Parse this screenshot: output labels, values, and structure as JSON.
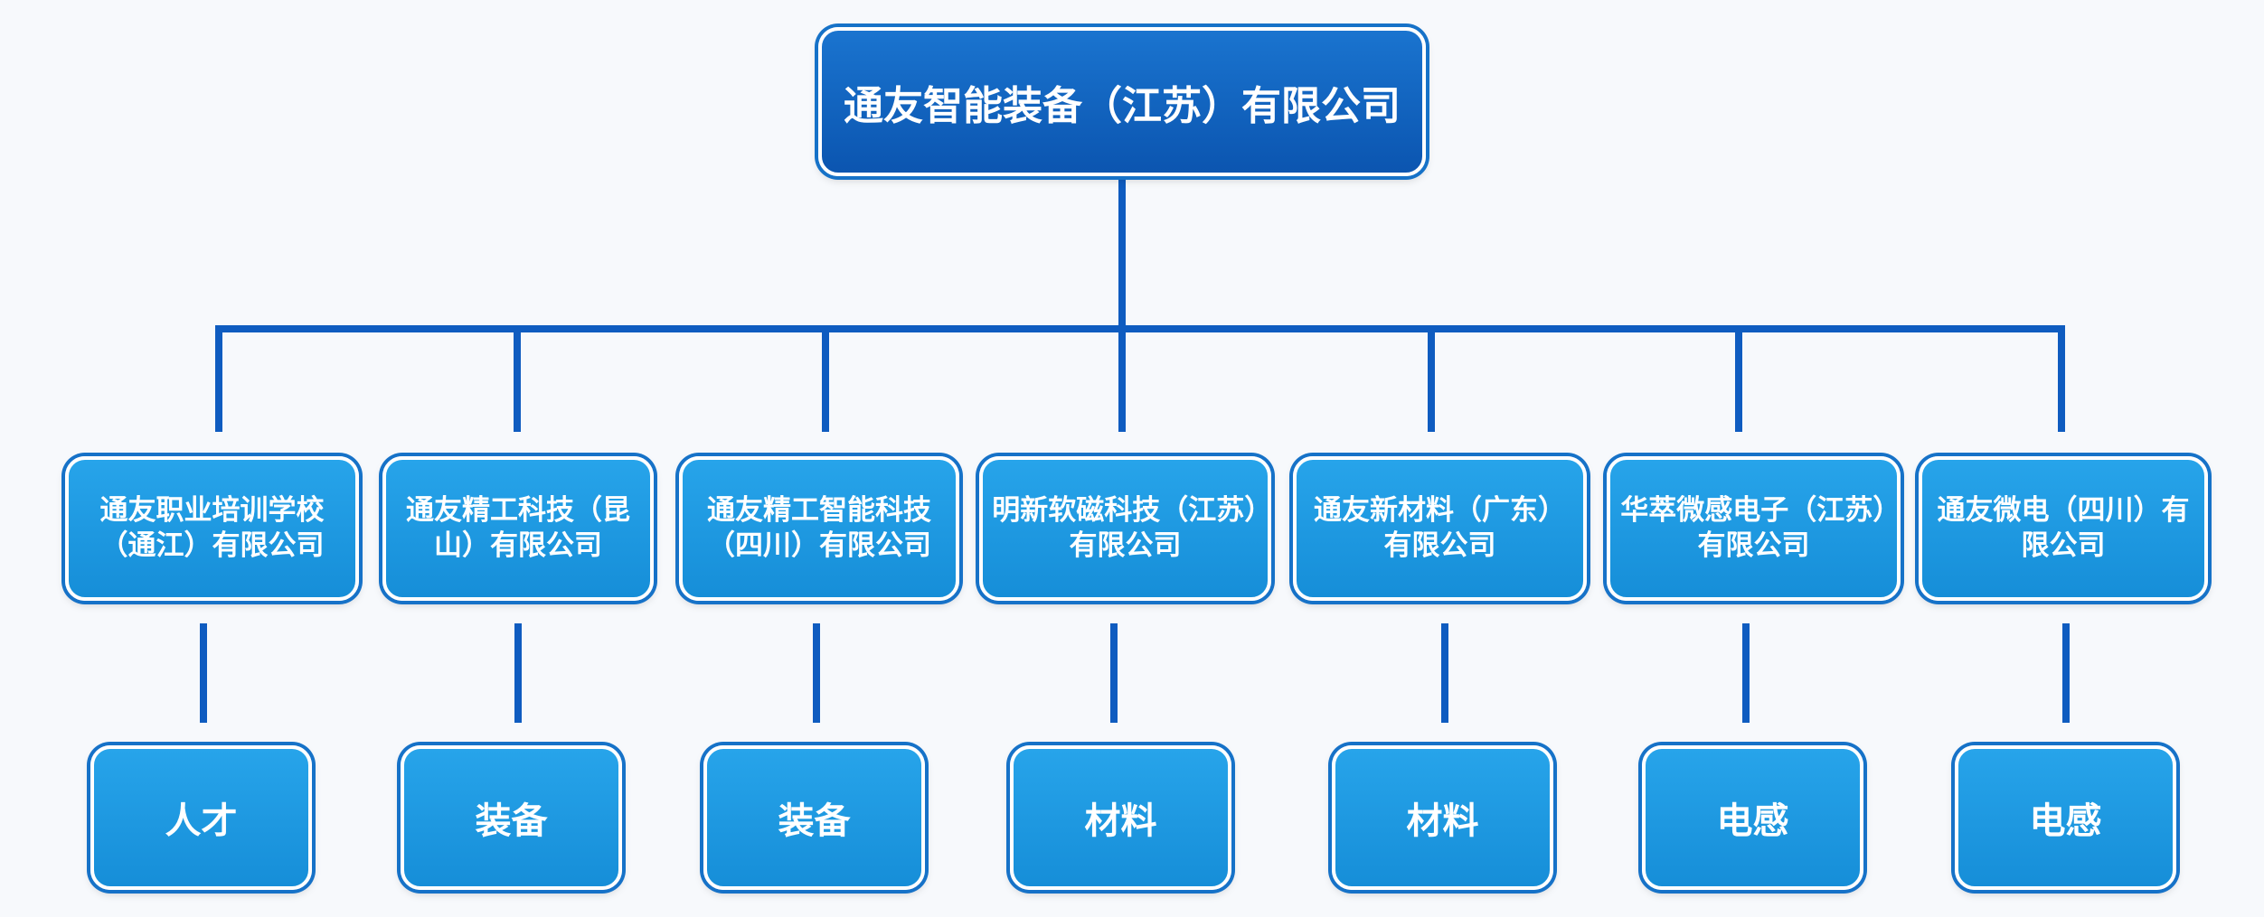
{
  "root": {
    "label": "通友智能装备（江苏）有限公司"
  },
  "companies": [
    {
      "label": "通友职业培训学校（通江）有限公司",
      "sector": "人才"
    },
    {
      "label": "通友精工科技（昆山）有限公司",
      "sector": "装备"
    },
    {
      "label": "通友精工智能科技（四川）有限公司",
      "sector": "装备"
    },
    {
      "label": "明新软磁科技（江苏）有限公司",
      "sector": "材料"
    },
    {
      "label": "通友新材料（广东）有限公司",
      "sector": "材料"
    },
    {
      "label": "华萃微感电子（江苏）有限公司",
      "sector": "电感"
    },
    {
      "label": "通友微电（四川）有限公司",
      "sector": "电感"
    }
  ],
  "colors": {
    "root_fill": "#0b55b0",
    "box_fill": "#1a95dd",
    "line": "#0f5cc0"
  }
}
